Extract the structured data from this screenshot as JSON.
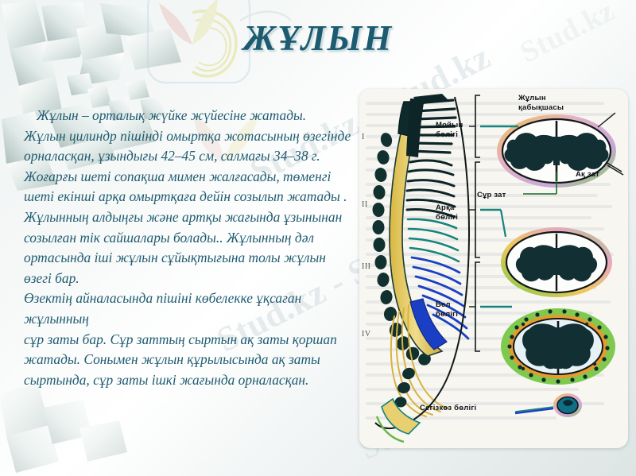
{
  "slide": {
    "title": "ЖҰЛЫН",
    "title_color": "#1d5b70",
    "background_color": "#eef3f3"
  },
  "watermarks": {
    "items": [
      {
        "text": "Stud.kz - Stud.kz"
      },
      {
        "text": "Stud.kz - Stud.kz"
      },
      {
        "text": "Stud.kz"
      },
      {
        "text": "Stud.kz"
      },
      {
        "text": "Stud.kz"
      }
    ]
  },
  "body_text": {
    "paragraphs": [
      "Жұлын – орталық жүйке жүйесіне жатады. Жұлын цилиндр пішінді омыртқа жотасының өзегінде орналасқан, ұзындығы 42–45 см, салмағы 34–38 г. Жоғарғы шеті сопақша мимен жалғасады, төменгі шеті екінші арқа омыртқаға дейін созылып жатады .",
      "Жұлынның алдыңғы және артқы жағында ұзынынан созылған тік сайшалары болады.. Жұлынның дәл ортасында іші жұлын сұйықтығына толы жұлын өзегі бар.",
      "Өзектің айналасында пішіні көбелекке ұқсаған жұлынның",
      "сұр заты бар. Сұр заттың сыртын ақ заты қоршап жатады. Сонымен жұлын құрылысында  ақ заты сыртында, сұр заты ішкі жағында орналасқан."
    ]
  },
  "diagram": {
    "caption_labels": {
      "meninges": "Жұлын\nқабықшасы",
      "gray_matter": "Сұр  зат",
      "white_matter": "Ақ  зат",
      "cervical": "Мойын\nбөлігі",
      "thoracic": "Арқа\nбөлігі",
      "lumbar": "Бел\nбөлігі",
      "sacral": "Сегізкөз бөлігі"
    },
    "roman_markers": [
      "I",
      "II",
      "III",
      "IV"
    ],
    "colors": {
      "card": "#f7f6f1",
      "dark_tissue": "#123034",
      "yellow_cord": "#e8cf70",
      "blue_nerves": "#1b3fc4",
      "teal": "#16837c",
      "green_ring": "#63b544",
      "orange_ring": "#e7a23a"
    }
  }
}
